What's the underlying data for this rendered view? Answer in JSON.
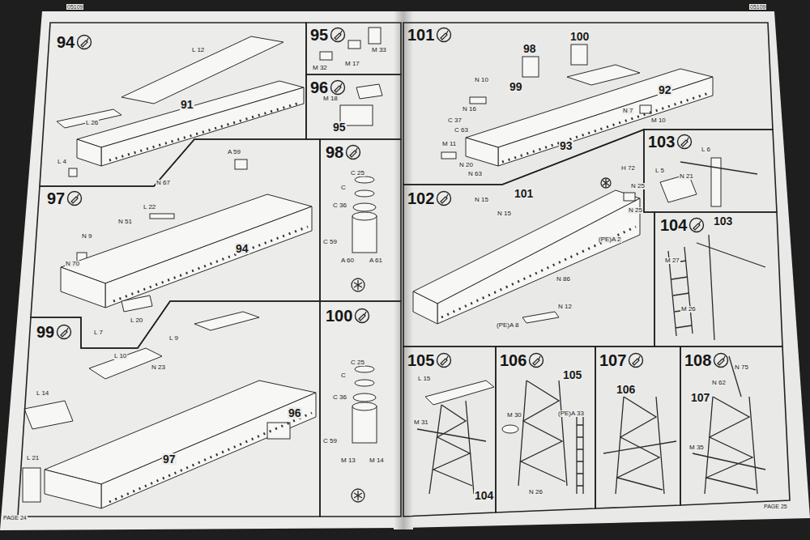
{
  "diagram": {
    "nodes": [
      {
        "text": [
          "94"
        ]
      },
      {
        "text": [
          "95"
        ]
      },
      {
        "text": [
          "96"
        ]
      },
      {
        "text": [
          "97"
        ]
      },
      {
        "text": [
          "98"
        ]
      },
      {
        "text": [
          "99"
        ]
      },
      {
        "text": [
          "100"
        ]
      },
      {
        "text": [
          "101"
        ]
      },
      {
        "text": [
          "102"
        ]
      },
      {
        "text": [
          "103"
        ]
      },
      {
        "text": [
          "104"
        ]
      },
      {
        "text": [
          "105"
        ]
      },
      {
        "text": [
          "106"
        ]
      },
      {
        "text": [
          "107"
        ]
      },
      {
        "text": [
          "108"
        ]
      }
    ],
    "labels": [
      "05109",
      "L 12",
      "91",
      "L 26",
      "L 4",
      "M 32",
      "M 17",
      "M 33",
      "M 18",
      "95",
      "A 59",
      "N 67",
      "L 22",
      "N 51",
      "N 9",
      "94",
      "N 70",
      "L 20",
      "L 7",
      "C 25",
      "C",
      "C 36",
      "C 59",
      "A 60",
      "A 61",
      "L 9",
      "L 10",
      "N 23",
      "L 14",
      "96",
      "97",
      "L 21",
      "C 25",
      "C",
      "C 36",
      "C 59",
      "M 13",
      "M 14",
      "PAGE 24",
      "05109",
      "98",
      "100",
      "99",
      "N 10",
      "N 16",
      "C 37",
      "C 63",
      "M 11",
      "N 20",
      "N 63",
      "N 7",
      "M 10",
      "92",
      "93",
      "101",
      "N 15",
      "N 15",
      "H 72",
      "N 25",
      "N 25",
      "(PE)A 2",
      "N 86",
      "N 12",
      "(PE)A 8",
      "L 6",
      "L 5",
      "N 21",
      "103",
      "M 27",
      "M 26",
      "L 15",
      "M 31",
      "104",
      "105",
      "M 30",
      "(PE)A 33",
      "N 26",
      "106",
      "N 75",
      "N 62",
      "107",
      "M 35",
      "PAGE 25"
    ]
  }
}
